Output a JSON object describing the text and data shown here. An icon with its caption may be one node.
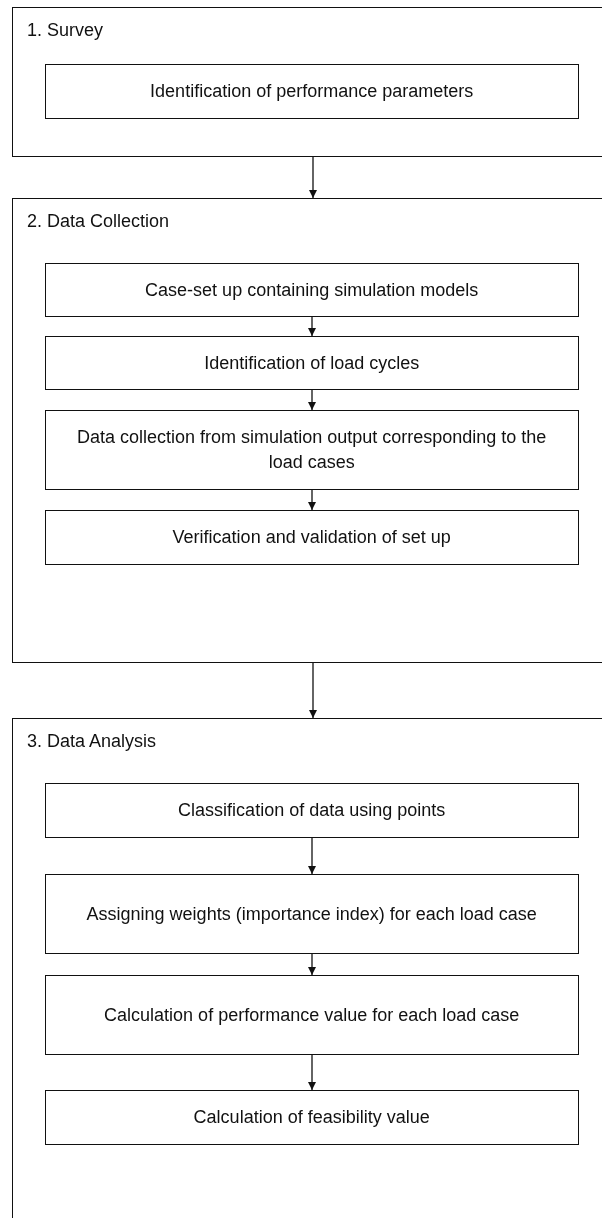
{
  "diagram": {
    "nodes": [
      {
        "text": [
          "1. Survey"
        ]
      },
      {
        "text": [
          "Identification of performance parameters"
        ],
        "in": 0
      },
      {
        "text": [
          "2. Data Collection"
        ]
      },
      {
        "text": [
          "Case-set up containing simulation models"
        ],
        "in": 2
      },
      {
        "text": [
          "Identification of load cycles"
        ],
        "in": 2
      },
      {
        "text": [
          "Data collection from simulation output corresponding to the load cases"
        ],
        "in": 2
      },
      {
        "text": [
          "Verification and validation of set up"
        ],
        "in": 2
      },
      {
        "text": [
          "3. Data Analysis"
        ]
      },
      {
        "text": [
          "Classification of data using points"
        ],
        "in": 7
      },
      {
        "text": [
          "Assigning weights (importance index) for each load case"
        ],
        "in": 7
      },
      {
        "text": [
          "Calculation of performance value for each load case"
        ],
        "in": 7
      },
      {
        "text": [
          "Calculation of feasibility value"
        ],
        "in": 7
      }
    ],
    "edges": [
      {
        "from": 0,
        "to": 2,
        "arrow": "to"
      },
      {
        "from": 3,
        "to": 4,
        "arrow": "to"
      },
      {
        "from": 4,
        "to": 5,
        "arrow": "to"
      },
      {
        "from": 5,
        "to": 6,
        "arrow": "to"
      },
      {
        "from": 2,
        "to": 7,
        "arrow": "to"
      },
      {
        "from": 8,
        "to": 9,
        "arrow": "to"
      },
      {
        "from": 9,
        "to": 10,
        "arrow": "to"
      },
      {
        "from": 10,
        "to": 11,
        "arrow": "to"
      }
    ]
  }
}
